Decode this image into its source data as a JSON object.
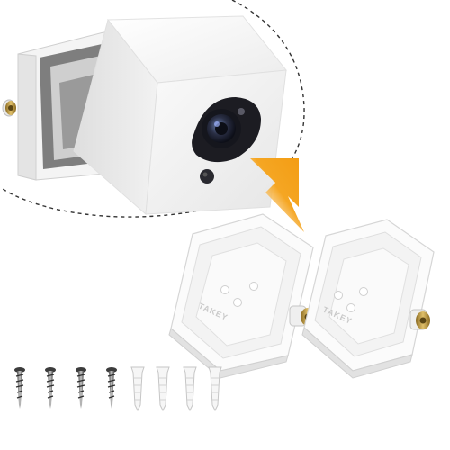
{
  "scene": {
    "description_free": true,
    "background_color": "#ffffff",
    "accent_color": "#f5a623",
    "camera_lens_color": "#2a2f45",
    "bracket_color": "#f7f7f7",
    "insert_color": "#c9a64a"
  },
  "brackets": [
    {
      "brand_text": "TAKEY"
    },
    {
      "brand_text": "TAKEY"
    }
  ],
  "hardware": {
    "screw_count": 4,
    "anchor_count": 4
  }
}
